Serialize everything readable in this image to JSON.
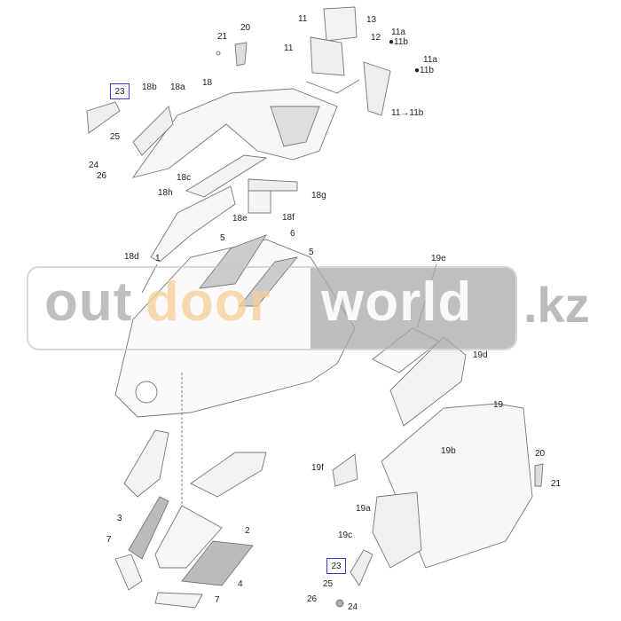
{
  "diagram": {
    "labels": [
      "11",
      "13",
      "11",
      "12",
      "11a",
      "11b",
      "11a",
      "11b",
      "11→11b",
      "21",
      "20",
      "18b",
      "18a",
      "18",
      "25",
      "24",
      "26",
      "18c",
      "18h",
      "18g",
      "18e",
      "18f",
      "18d",
      "5",
      "6",
      "5",
      "1",
      "19e",
      "19d",
      "19",
      "19b",
      "19f",
      "20",
      "21",
      "19a",
      "19c",
      "25",
      "26",
      "24",
      "3",
      "2",
      "7",
      "4",
      "7"
    ],
    "highlighted": [
      "23",
      "23"
    ],
    "highlight_color": "#3a3ad0",
    "drop_icon": "drop-icon"
  },
  "watermark": {
    "out": "out",
    "door": "door",
    "world": "world",
    "tld": ".kz"
  }
}
